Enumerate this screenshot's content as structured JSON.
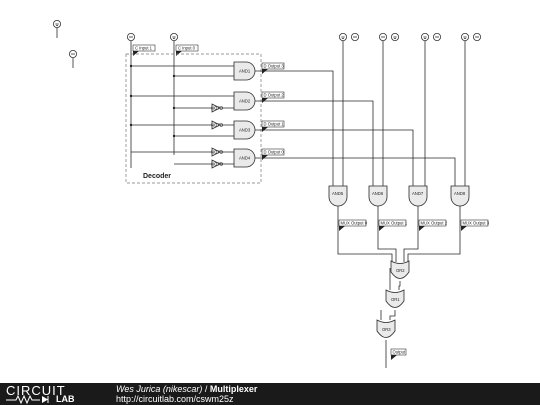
{
  "decoder_label": "Decoder",
  "inputs": {
    "c1": "C Input 1",
    "c0": "C Input 0"
  },
  "decoder_gates": {
    "and1": "AND1",
    "and2": "AND2",
    "and3": "AND3",
    "and4": "AND4",
    "not1": "NOT1",
    "not2": "NOT2",
    "not3": "NOT3",
    "not4": "NOT4"
  },
  "decoder_outputs": [
    "D Output 3",
    "D Output 2",
    "D Output 1",
    "D Output 0"
  ],
  "mux_gates": [
    "AND5",
    "AND6",
    "AND7",
    "AND8"
  ],
  "mux_outputs": [
    "MUX Output 0",
    "MUX Output 1",
    "MUX Output 2",
    "MUX Output 3"
  ],
  "or_gates": {
    "or1": "OR1",
    "or2": "OR2",
    "or3": "OR3"
  },
  "final_output": "Output",
  "footer": {
    "logo_word": "CIRCUIT",
    "logo_sub": "LAB",
    "author": "Wes Jurica (nikescar)",
    "separator": "/",
    "title": "Multiplexer",
    "url": "http://circuitlab.com/cswm25z"
  },
  "colors": {
    "footer_background": "#1a1a1a",
    "gate_fill": "#eaeaea",
    "wire": "#2a2a2a"
  }
}
